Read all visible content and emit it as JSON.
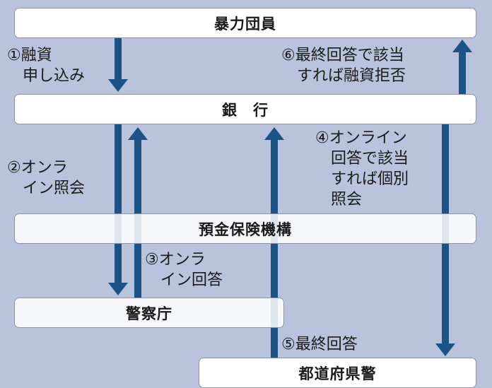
{
  "boxes": {
    "yakuza": "暴力団員",
    "bank": "銀　行",
    "dic": "預金保険機構",
    "police": "警察庁",
    "bottom": "都道府県警"
  },
  "steps": {
    "s1": "①融資\n　申し込み",
    "s2": "②オンラ\n　イン照会",
    "s3": "③オンラ\n　イン回答",
    "s4": "④オンライン\n　回答で該当\n　すれば個別\n　照会",
    "s5": "⑤最終回答",
    "s6": "⑥最終回答で該当\n　すれば融資拒否"
  },
  "colors": {
    "background": "#b9c3dc",
    "arrow": "#1c5386",
    "box": "#ffffff"
  }
}
